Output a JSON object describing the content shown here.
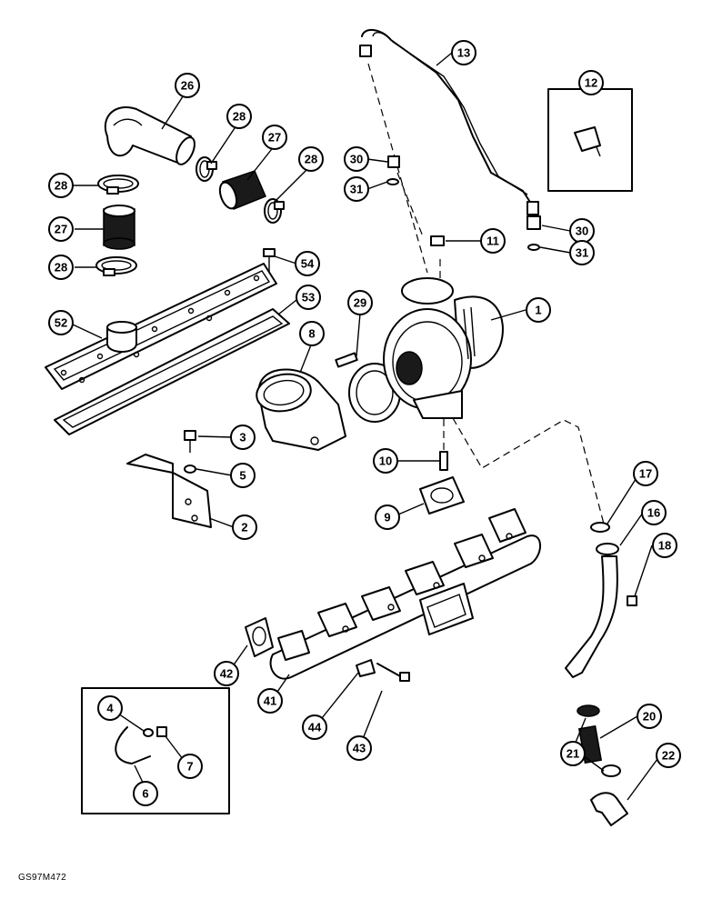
{
  "figure_id": "GS97M472",
  "callouts": [
    "1",
    "2",
    "3",
    "4",
    "5",
    "6",
    "7",
    "8",
    "9",
    "10",
    "11",
    "12",
    "13",
    "16",
    "17",
    "18",
    "20",
    "21",
    "22",
    "26",
    "27",
    "28",
    "29",
    "30",
    "31",
    "41",
    "42",
    "43",
    "44",
    "52",
    "53",
    "54"
  ]
}
